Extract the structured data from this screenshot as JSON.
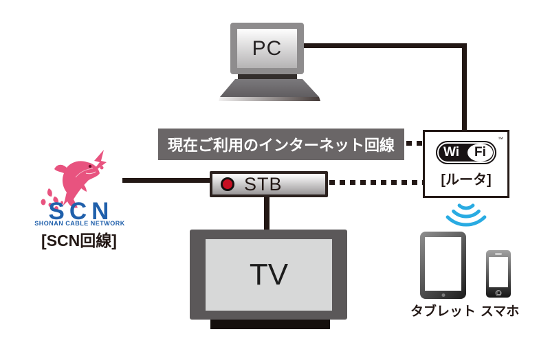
{
  "pc": {
    "label": "PC"
  },
  "banner": {
    "text": "現在ご利用のインターネット回線"
  },
  "router": {
    "wi": "Wi",
    "fi": "Fi",
    "tm": "™",
    "label": "[ルータ]"
  },
  "stb": {
    "label": "STB"
  },
  "tv": {
    "label": "TV"
  },
  "scn": {
    "name": "SCN",
    "subtitle": "SHONAN CABLE NETWORK",
    "caption": "[SCN回線]"
  },
  "devices": {
    "tablet": "タブレット",
    "phone": "スマホ"
  },
  "colors": {
    "line": "#231815",
    "banner_bg": "#6a6667",
    "logo_pink": "#e8537f",
    "logo_blue": "#2060ab",
    "wave_blue": "#29abe2",
    "stb_red": "#c60f22"
  }
}
